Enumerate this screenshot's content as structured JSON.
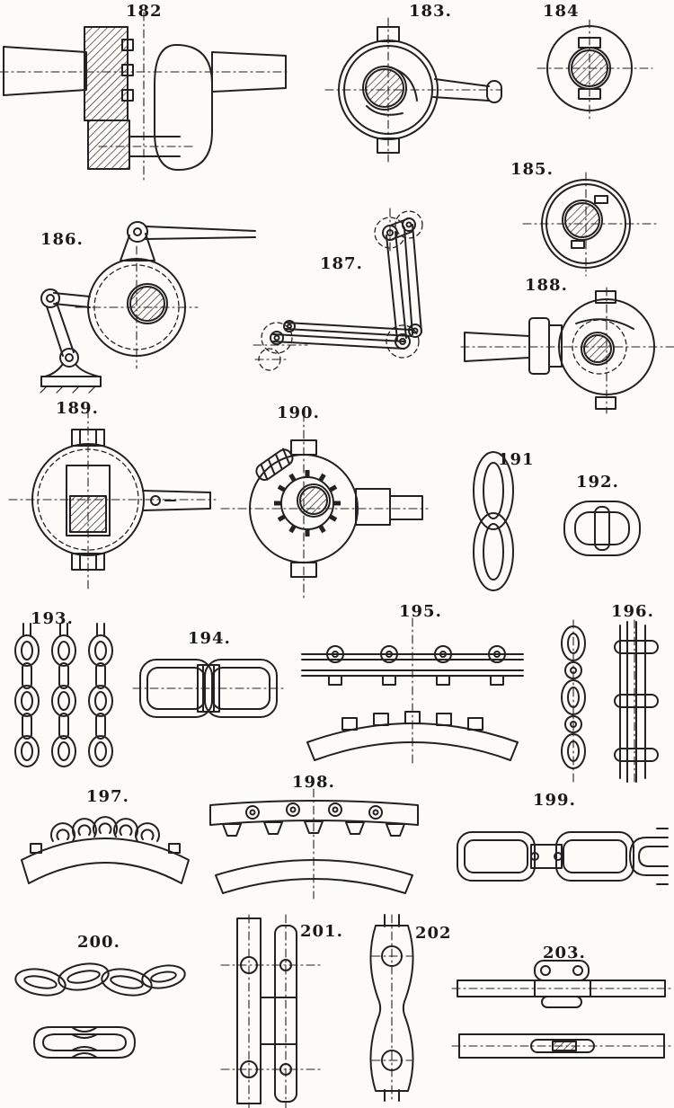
{
  "colors": {
    "ink": "#222222",
    "paper": "#fcfbf7"
  },
  "figures": [
    {
      "id": "182",
      "label": "182"
    },
    {
      "id": "183",
      "label": "183."
    },
    {
      "id": "184",
      "label": "184"
    },
    {
      "id": "185",
      "label": "185."
    },
    {
      "id": "186",
      "label": "186."
    },
    {
      "id": "187",
      "label": "187."
    },
    {
      "id": "188",
      "label": "188."
    },
    {
      "id": "189",
      "label": "189."
    },
    {
      "id": "190",
      "label": "190."
    },
    {
      "id": "191",
      "label": "191"
    },
    {
      "id": "192",
      "label": "192."
    },
    {
      "id": "193",
      "label": "193."
    },
    {
      "id": "194",
      "label": "194."
    },
    {
      "id": "195",
      "label": "195."
    },
    {
      "id": "196",
      "label": "196."
    },
    {
      "id": "197",
      "label": "197."
    },
    {
      "id": "198",
      "label": "198."
    },
    {
      "id": "199",
      "label": "199."
    },
    {
      "id": "200",
      "label": "200."
    },
    {
      "id": "201",
      "label": "201."
    },
    {
      "id": "202",
      "label": "202"
    },
    {
      "id": "203",
      "label": "203."
    }
  ]
}
